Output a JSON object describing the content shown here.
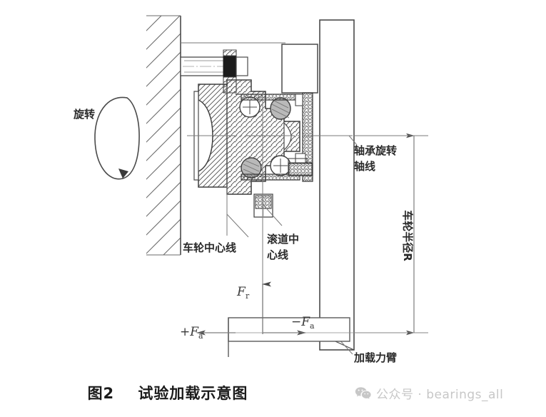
{
  "figure": {
    "caption_number": "图2",
    "caption_title": "试验加载示意图",
    "caption_full": "图2    试验加载示意图"
  },
  "labels": {
    "rotation": "旋转",
    "bearing_axis_line1": "轴承旋转",
    "bearing_axis_line2": "轴线",
    "wheel_radius": "车轮半径R",
    "wheel_centerline": "车轮中心线",
    "raceway_centerline_line1": "滚道中",
    "raceway_centerline_line2": "心线",
    "loading_arm": "加载力臂",
    "force_radial": "F",
    "force_radial_sub": "r",
    "force_axial_positive_sign": "+F",
    "force_axial_positive_sub": "a",
    "force_axial_negative_sign": "−F",
    "force_axial_negative_sub": "a"
  },
  "watermark": {
    "icon": "wechat-icon",
    "text": "公众号 · bearings_all"
  },
  "colors": {
    "line": "#555555",
    "line_dark": "#2f2f2f",
    "hatch": "#6b6b6b",
    "text": "#2a2a2a",
    "watermark": "#c7c7c7",
    "background": "#ffffff"
  }
}
